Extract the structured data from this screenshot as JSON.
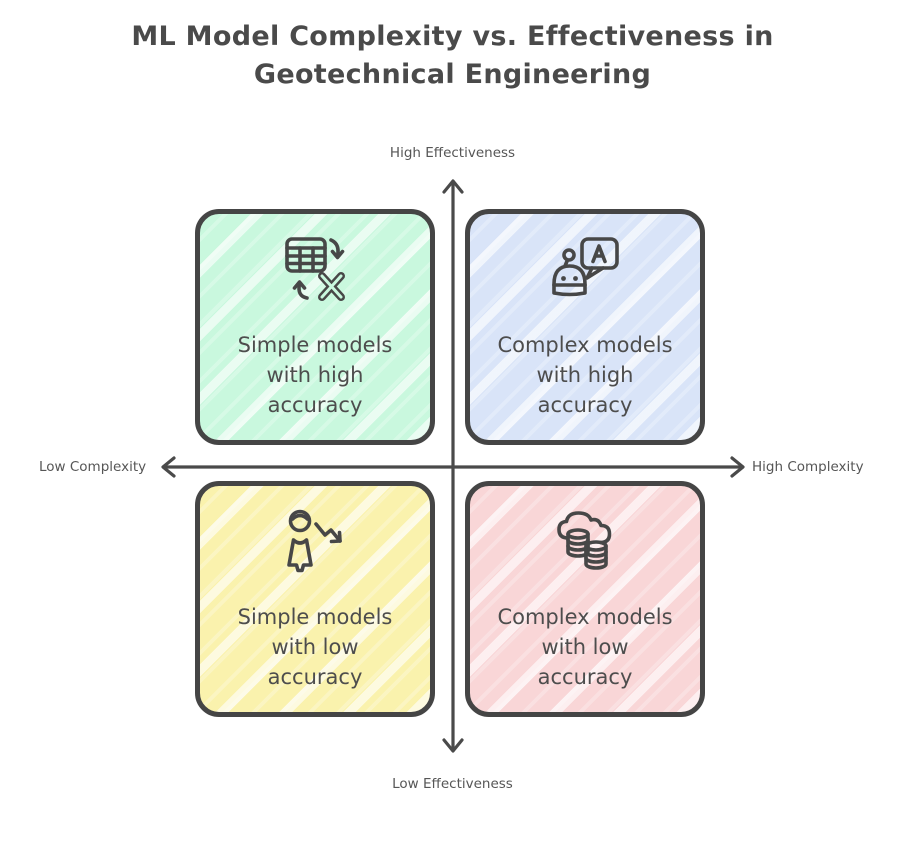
{
  "title_lines": [
    "ML Model Complexity vs. Effectiveness in",
    "Geotechnical Engineering"
  ],
  "axes": {
    "top": "High Effectiveness",
    "bottom": "Low Effectiveness",
    "left": "Low Complexity",
    "right": "High Complexity"
  },
  "quadrants": [
    {
      "position": "top-left",
      "icon": "table-transform-icon",
      "fill": "#c9f8de",
      "lines": [
        "Simple models",
        "with high",
        "accuracy"
      ]
    },
    {
      "position": "top-right",
      "icon": "ai-chat-icon",
      "fill": "#d9e4f8",
      "lines": [
        "Complex models",
        "with high",
        "accuracy"
      ]
    },
    {
      "position": "bottom-left",
      "icon": "person-decline-icon",
      "fill": "#faf2ad",
      "lines": [
        "Simple models",
        "with low",
        "accuracy"
      ]
    },
    {
      "position": "bottom-right",
      "icon": "cloud-database-icon",
      "fill": "#f9d6d7",
      "lines": [
        "Complex models",
        "with low",
        "accuracy"
      ]
    }
  ],
  "colors": {
    "title_text": "#4a4a4a",
    "body_text": "#4d4d4d",
    "axis_stroke": "#4a4a4a",
    "box_border": "#454545",
    "quadrant_green": "#c9f8de",
    "quadrant_blue": "#d9e4f8",
    "quadrant_yellow": "#faf2ad",
    "quadrant_pink": "#f9d6d7"
  }
}
